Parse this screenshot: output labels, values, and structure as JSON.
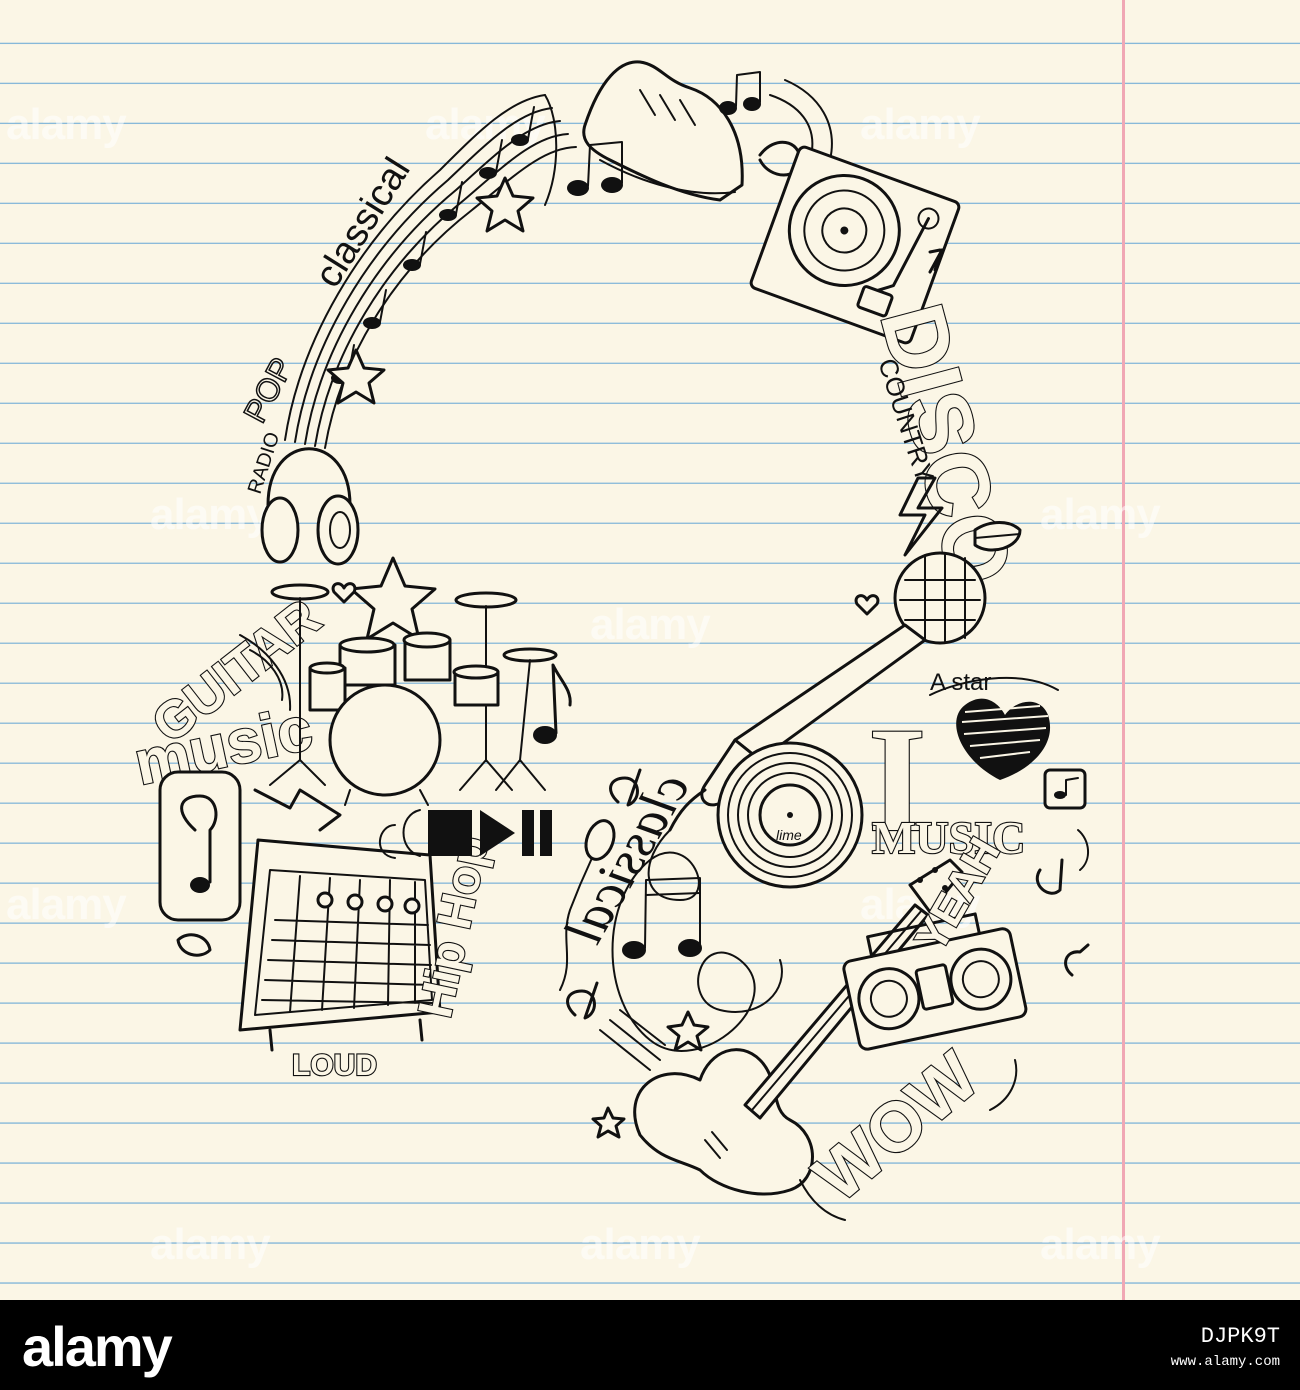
{
  "watermark": {
    "text": "alamy"
  },
  "footer": {
    "logo": "alamy",
    "image_id": "DJPK9T",
    "url": "www.alamy.com"
  },
  "labels": {
    "classical_top": "classical",
    "pop": "POP",
    "radio": "RADIO",
    "guitar": "GUITAR",
    "music_left": "music",
    "hiphop": "Hip Hop",
    "loud": "LOUD",
    "disco": "DISCO",
    "country": "COUNTRY",
    "classical_right": "classical",
    "a_star": "A star",
    "i": "I",
    "music_right": "MUSIC",
    "yeah": "YEAH",
    "wow": "WOW",
    "record_label": "lime"
  },
  "colors": {
    "paper": "#fbf6e6",
    "rule": "#7fb4d8",
    "margin": "#f0a7b4",
    "ink": "#111111",
    "footer": "#000000"
  }
}
